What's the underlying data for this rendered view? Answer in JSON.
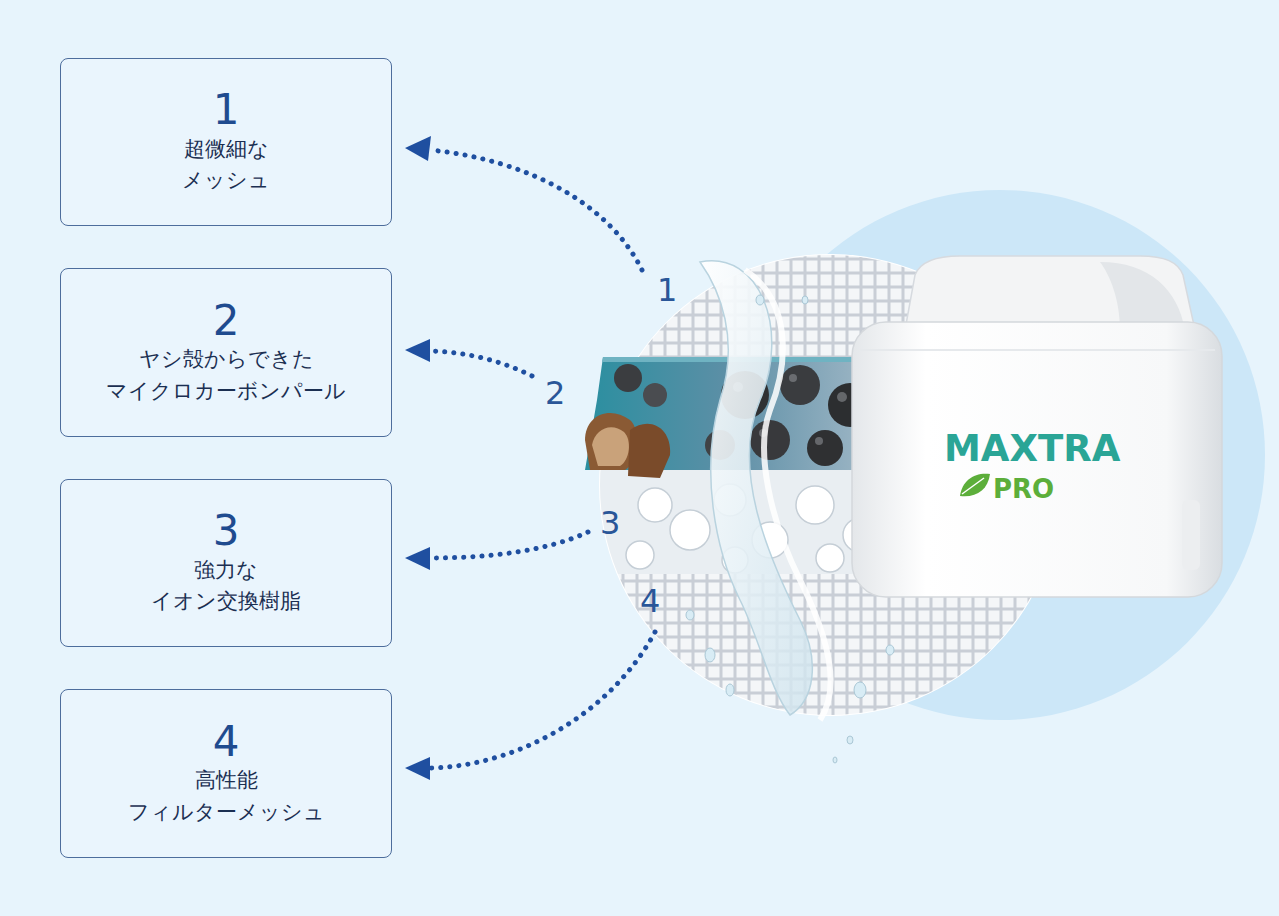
{
  "diagram": {
    "nodes": [
      {
        "text": [
          "1",
          "超微細な メッシュ"
        ]
      },
      {
        "text": [
          "2",
          "ヤシ殻からできた マイクロカーボンパール"
        ]
      },
      {
        "text": [
          "3",
          "強力な イオン交換樹脂"
        ]
      },
      {
        "text": [
          "4",
          "高性能 フィルターメッシュ"
        ]
      }
    ],
    "edges": [],
    "labels": [
      "1",
      "2",
      "3",
      "4",
      "MAXTRA",
      "PRO"
    ]
  }
}
